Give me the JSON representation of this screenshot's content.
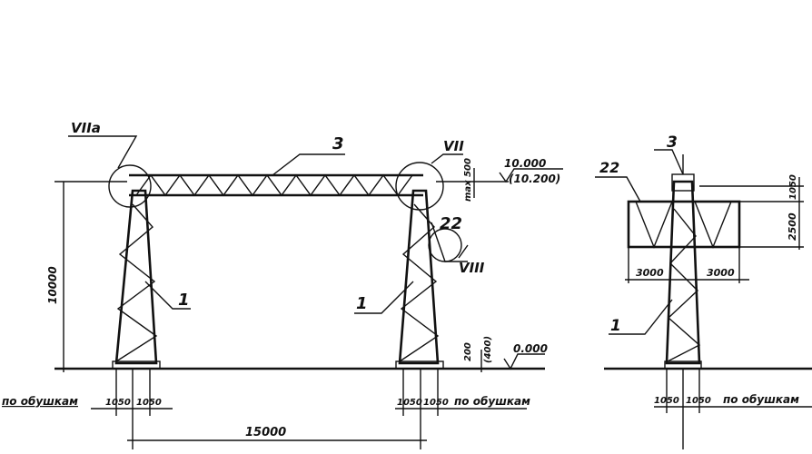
{
  "labels": {
    "node_7a": "VIIa",
    "node_7": "VII",
    "node_8": "VIII",
    "beam_3": "3",
    "beam_3_side": "3",
    "part_22": "22",
    "part_22_side": "22",
    "column_1_left": "1",
    "column_1_right": "1",
    "column_1_side": "1"
  },
  "dimensions": {
    "top_elev": "10.000",
    "top_elev_alt": "(10.200)",
    "ground_elev": "0.000",
    "height": "10000",
    "beam_depth": "max 500",
    "base_offset": "200",
    "base_offset_alt": "(400)",
    "span": "15000",
    "leg_left_a": "1050",
    "leg_left_b": "1050",
    "leg_right_a": "1050",
    "leg_right_b": "1050",
    "side_leg_a": "1050",
    "side_leg_b": "1050",
    "side_top": "1050",
    "side_truss_h": "2500",
    "side_left": "3000",
    "side_right": "3000",
    "note_left": "по обушкам",
    "note_right": "по обушкам",
    "note_side": "по обушкам"
  }
}
